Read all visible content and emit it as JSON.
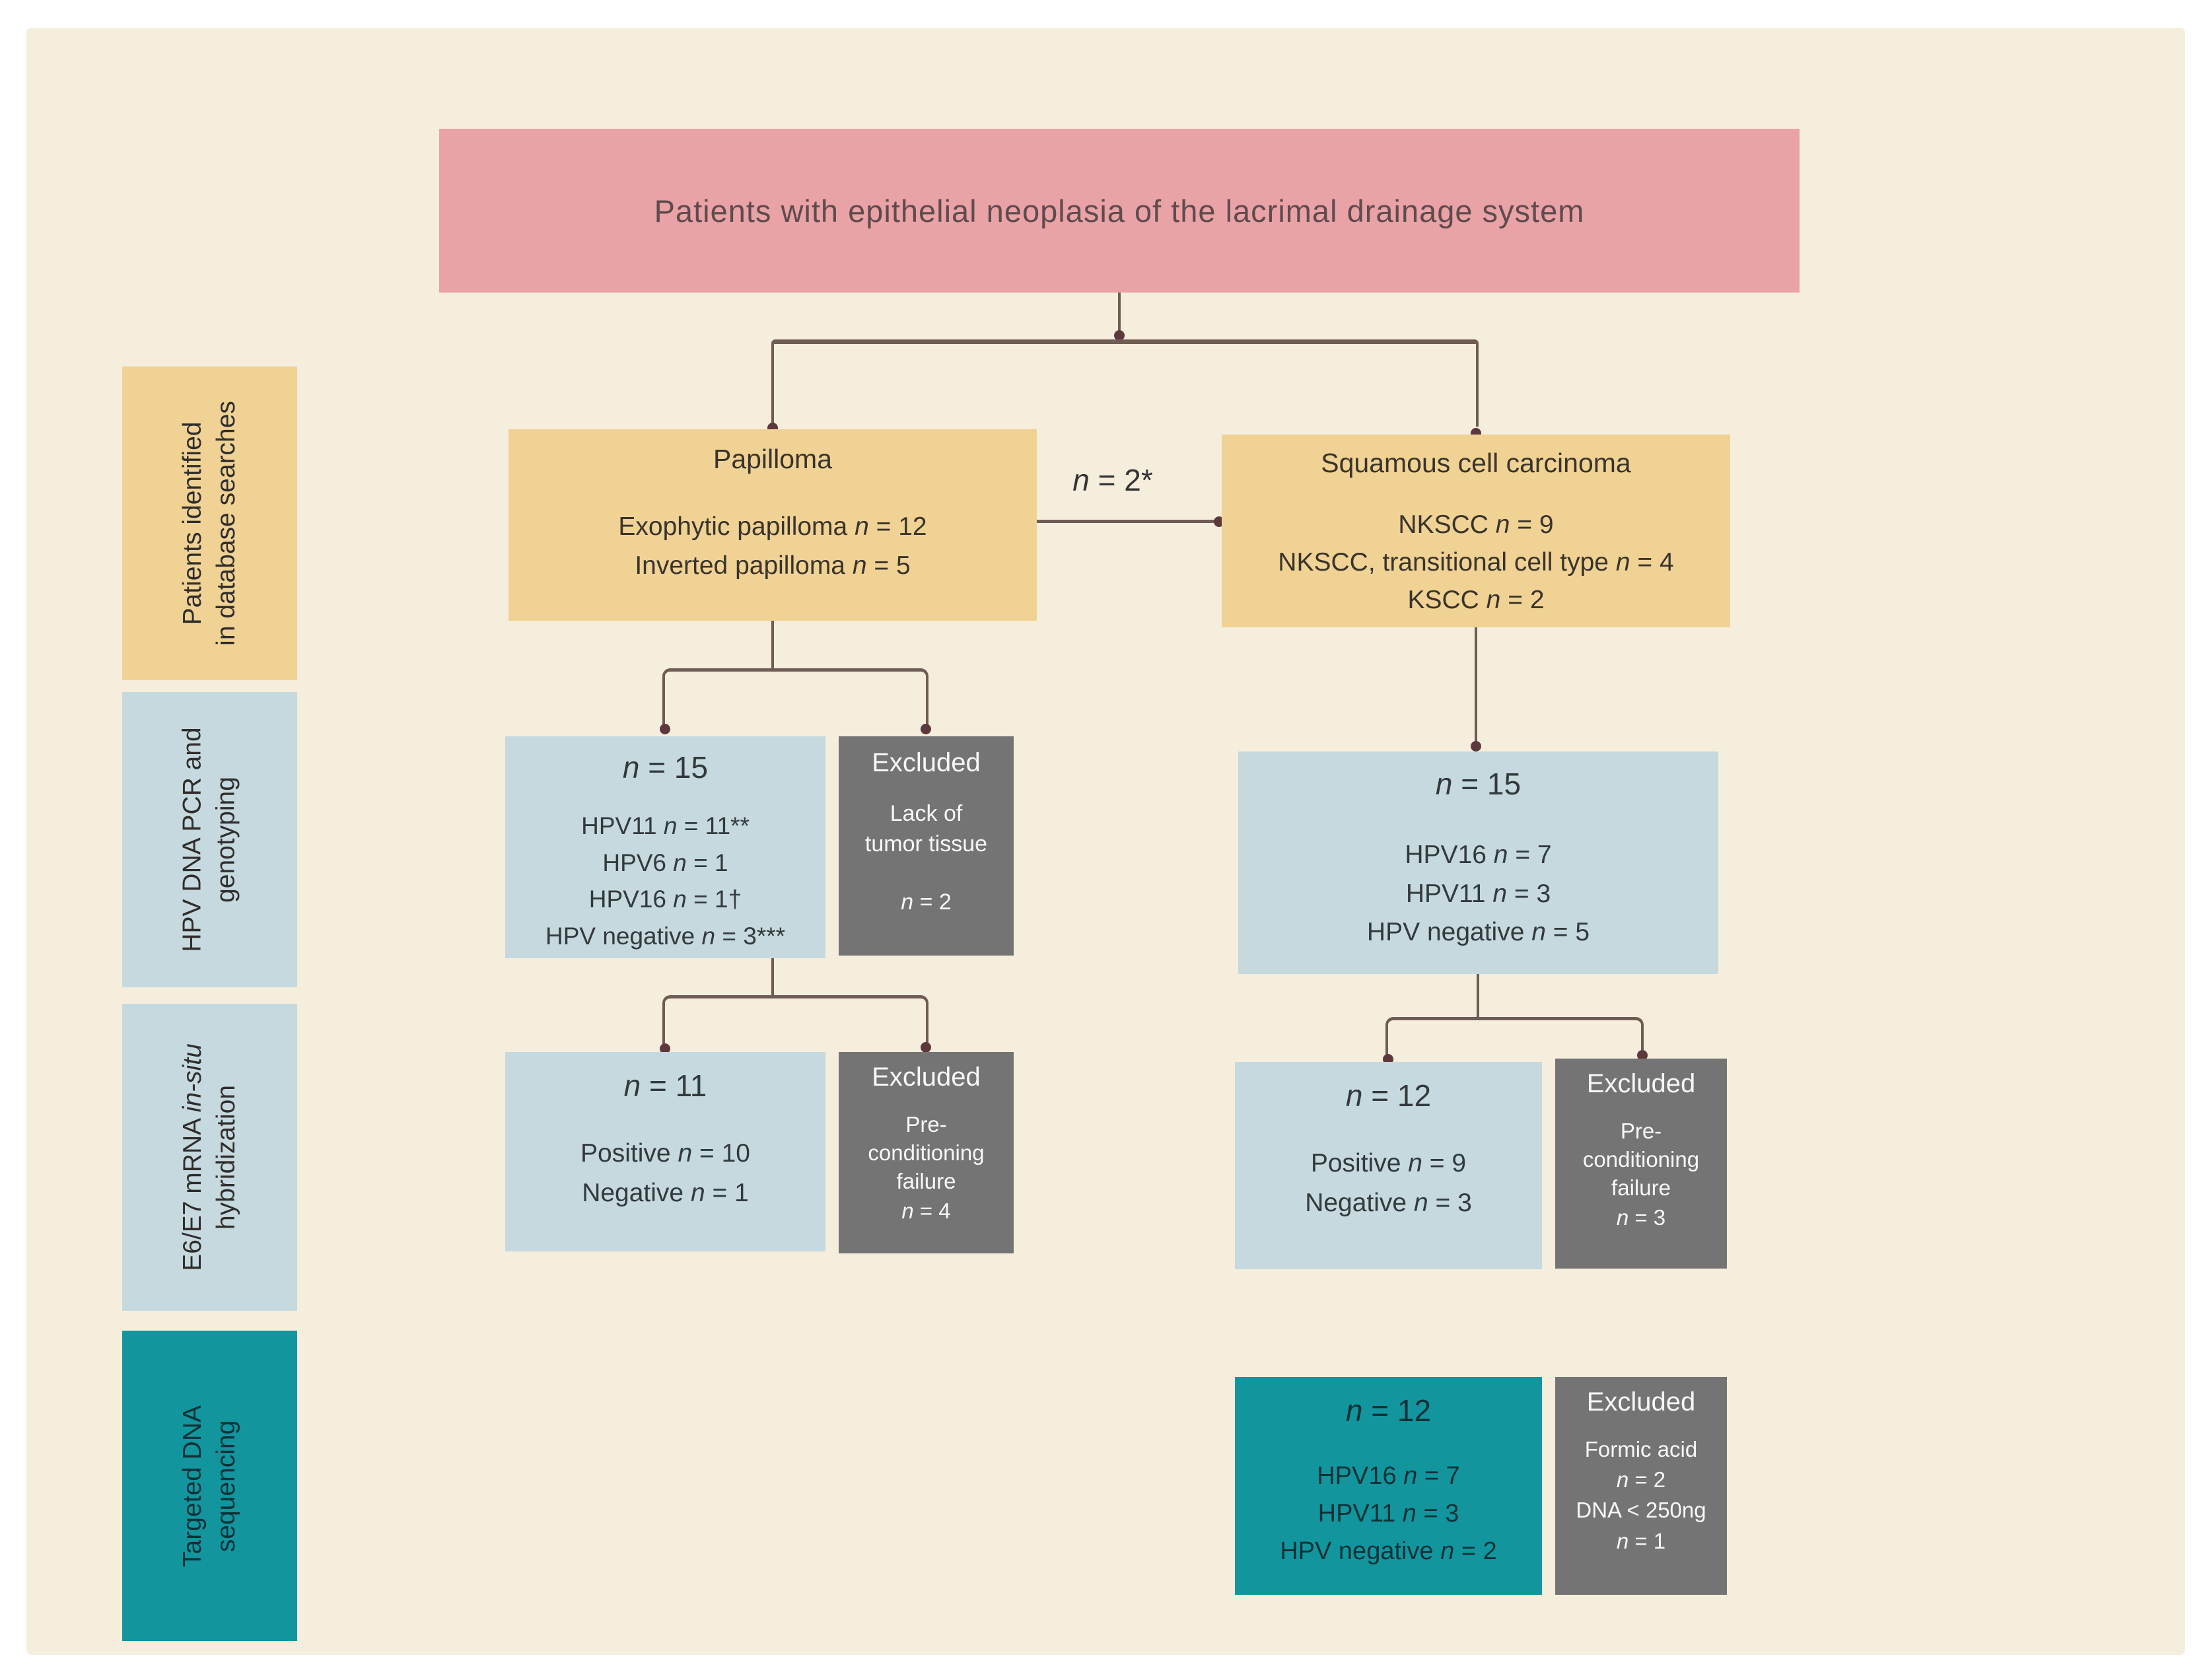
{
  "colors": {
    "page": "#ffffff",
    "panel": "#f5eedd",
    "pink": "#e9a2a6",
    "orange": "#f0d295",
    "blue": "#c6d9de",
    "gray": "#757474",
    "teal": "#13959e",
    "line": "#6f5d55",
    "arrow": "#5d383c",
    "text-pink": "#5f4b4d",
    "text-orange": "#39342b",
    "text-blue": "#323a3c",
    "text-light": "#f8f7f5",
    "text-teal": "#0c3237",
    "text-side": "#2f2e2c",
    "text-label": "#343434"
  },
  "root": {
    "title": "Patients with epithelial neoplasia of the lacrimal drainage system"
  },
  "sidebar": {
    "row1": {
      "line1": "Patients identified",
      "line2": "in database searches"
    },
    "row2": {
      "line1": "HPV DNA PCR and",
      "line2": "genotyping"
    },
    "row3": {
      "line1": "E6/E7 mRNA _in-situ_",
      "line2": "hybridization"
    },
    "row4": {
      "line1": "Targeted DNA",
      "line2": "sequencing"
    }
  },
  "branch_label": {
    "text": "_n_ = 2*"
  },
  "papilloma": {
    "title": "Papilloma",
    "line1": "Exophytic papilloma _n_ = 12",
    "line2": "Inverted papilloma _n_ = 5"
  },
  "scc": {
    "title": "Squamous cell carcinoma",
    "line1": "NKSCC _n_ = 9",
    "line2": "NKSCC, transitional cell type _n_ = 4",
    "line3": "KSCC _n_ = 2"
  },
  "pap_hpv": {
    "n": "_n_ = 15",
    "line1": "HPV11 _n_ = 11**",
    "line2": "HPV6 _n_ = 1",
    "line3": "HPV16 _n_ = 1†",
    "line4": "HPV negative _n_ = 3***"
  },
  "pap_hpv_excluded": {
    "title": "Excluded",
    "line1": "Lack of",
    "line2": "tumor tissue",
    "n": "_n_ = 2"
  },
  "scc_hpv": {
    "n": "_n_ = 15",
    "line1": "HPV16 _n_ = 7",
    "line2": "HPV11 _n_ = 3",
    "line3": "HPV negative _n_ = 5"
  },
  "pap_ish": {
    "n": "_n_ = 11",
    "line1": "Positive _n_ = 10",
    "line2": "Negative _n_ = 1"
  },
  "pap_ish_excluded": {
    "title": "Excluded",
    "line1": "Pre-",
    "line2": "conditioning",
    "line3": "failure",
    "n": "_n_ = 4"
  },
  "scc_ish": {
    "n": "_n_ = 12",
    "line1": "Positive _n_ = 9",
    "line2": "Negative _n_ = 3"
  },
  "scc_ish_excluded": {
    "title": "Excluded",
    "line1": "Pre-",
    "line2": "conditioning",
    "line3": "failure",
    "n": "_n_ = 3"
  },
  "scc_seq": {
    "n": "_n_ = 12",
    "line1": "HPV16 _n_ = 7",
    "line2": "HPV11 _n_ = 3",
    "line3": "HPV negative _n_ = 2"
  },
  "scc_seq_excluded": {
    "title": "Excluded",
    "line1": "Formic acid",
    "line2": "_n_ = 2",
    "line3": "DNA < 250ng",
    "line4": "_n_ = 1"
  }
}
